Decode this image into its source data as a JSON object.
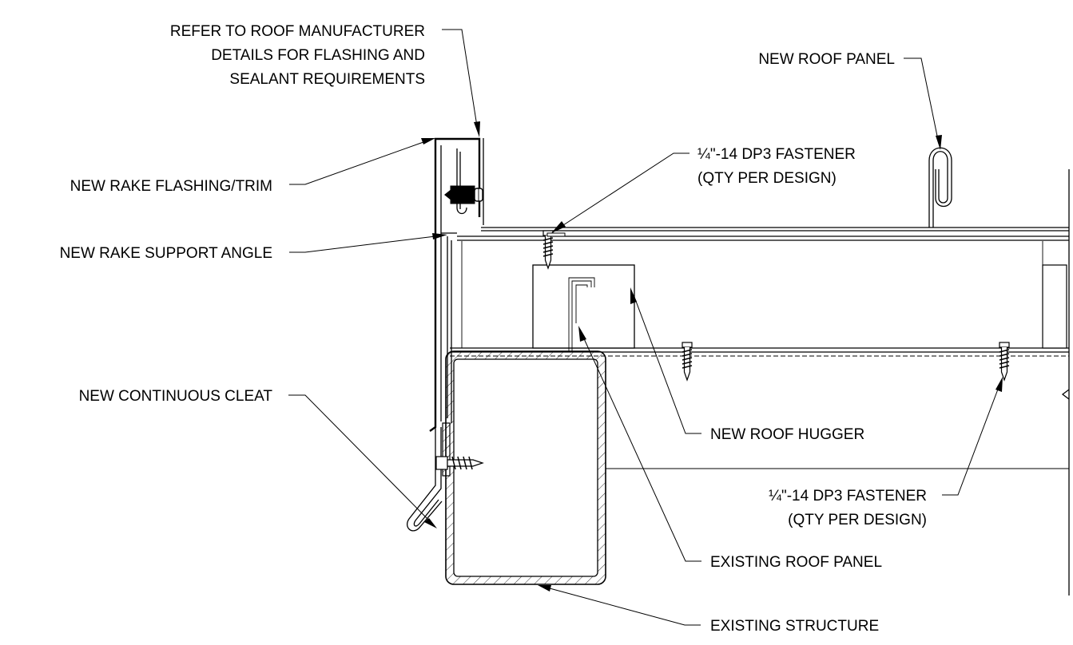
{
  "labels": {
    "refer_line1": "REFER TO ROOF MANUFACTURER",
    "refer_line2": "DETAILS FOR FLASHING AND",
    "refer_line3": "SEALANT REQUIREMENTS",
    "new_roof_panel": "NEW ROOF PANEL",
    "fastener_top_line1": "¼\"-14 DP3 FASTENER",
    "fastener_top_line2": "(QTY PER DESIGN)",
    "rake_flashing": "NEW RAKE FLASHING/TRIM",
    "rake_support_angle": "NEW RAKE SUPPORT ANGLE",
    "continuous_cleat": "NEW CONTINUOUS CLEAT",
    "roof_hugger": "NEW ROOF HUGGER",
    "fastener_bottom_line1": "¼\"-14 DP3 FASTENER",
    "fastener_bottom_line2": "(QTY PER DESIGN)",
    "existing_roof_panel": "EXISTING ROOF PANEL",
    "existing_structure": "EXISTING STRUCTURE"
  }
}
